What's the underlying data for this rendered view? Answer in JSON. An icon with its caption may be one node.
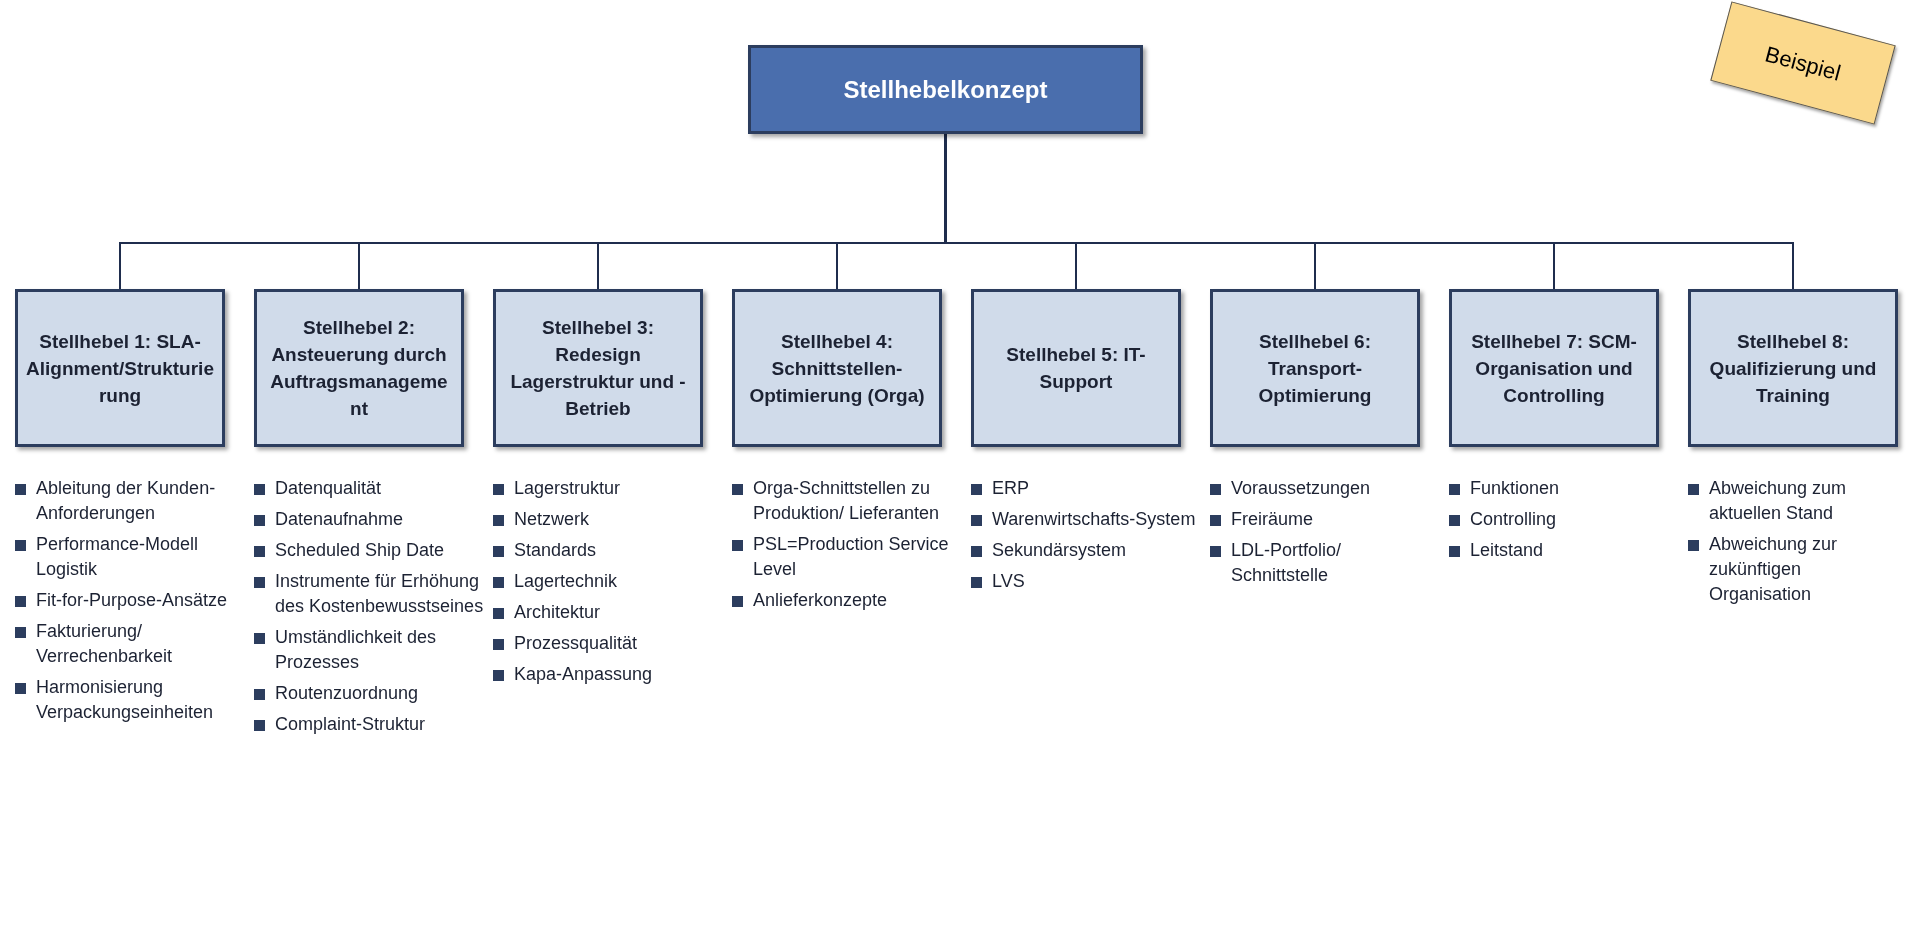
{
  "diagram": {
    "nodes": [
      {
        "text": [
          "Stellhebelkonzept"
        ]
      },
      {
        "text": [
          "Stellhebel 1: SLA-Alignment/Strukturierung"
        ],
        "beside": [
          "Ableitung der Kunden-Anforderungen",
          "Performance-Modell Logistik",
          "Fit-for-Purpose-Ansätze",
          "Fakturierung/ Verrechenbarkeit",
          "Harmonisierung Verpackungseinheiten"
        ]
      },
      {
        "text": [
          "Stellhebel 2: Ansteuerung durch Auftragsmanagement"
        ],
        "beside": [
          "Datenqualität",
          "Datenaufnahme",
          "Scheduled Ship Date",
          "Instrumente für Erhöhung des Kostenbewusstseines",
          "Umständlichkeit des Prozesses",
          "Routenzuordnung",
          "Complaint-Struktur"
        ]
      },
      {
        "text": [
          "Stellhebel 3: Redesign Lagerstruktur und - Betrieb"
        ],
        "beside": [
          "Lagerstruktur",
          "Netzwerk",
          "Standards",
          "Lagertechnik",
          "Architektur",
          "Prozessqualität",
          "Kapa-Anpassung"
        ]
      },
      {
        "text": [
          "Stellhebel 4: Schnittstellen-Optimierung (Orga)"
        ],
        "beside": [
          "Orga-Schnittstellen zu Produktion/ Lieferanten",
          "PSL=Production Service Level",
          "Anlieferkonzepte"
        ]
      },
      {
        "text": [
          "Stellhebel 5: IT-Support"
        ],
        "beside": [
          "ERP",
          "Warenwirtschafts-System",
          "Sekundärsystem",
          "LVS"
        ]
      },
      {
        "text": [
          "Stellhebel 6: Transport-Optimierung"
        ],
        "beside": [
          "Voraussetzungen",
          "Freiräume",
          "LDL-Portfolio/ Schnittstelle"
        ]
      },
      {
        "text": [
          "Stellhebel 7: SCM-Organisation und Controlling"
        ],
        "beside": [
          "Funktionen",
          "Controlling",
          "Leitstand"
        ]
      },
      {
        "text": [
          "Stellhebel 8: Qualifizierung und Training"
        ],
        "beside": [
          "Abweichung zum aktuellen Stand",
          "Abweichung zur zukünftigen Organisation"
        ]
      },
      {
        "text": [
          "Beispiel"
        ]
      }
    ],
    "edges": [
      {
        "from": 0,
        "to": 1,
        "arrow": "none"
      },
      {
        "from": 0,
        "to": 2,
        "arrow": "none"
      },
      {
        "from": 0,
        "to": 3,
        "arrow": "none"
      },
      {
        "from": 0,
        "to": 4,
        "arrow": "none"
      },
      {
        "from": 0,
        "to": 5,
        "arrow": "none"
      },
      {
        "from": 0,
        "to": 6,
        "arrow": "none"
      },
      {
        "from": 0,
        "to": 7,
        "arrow": "none"
      },
      {
        "from": 0,
        "to": 8,
        "arrow": "none"
      }
    ]
  }
}
